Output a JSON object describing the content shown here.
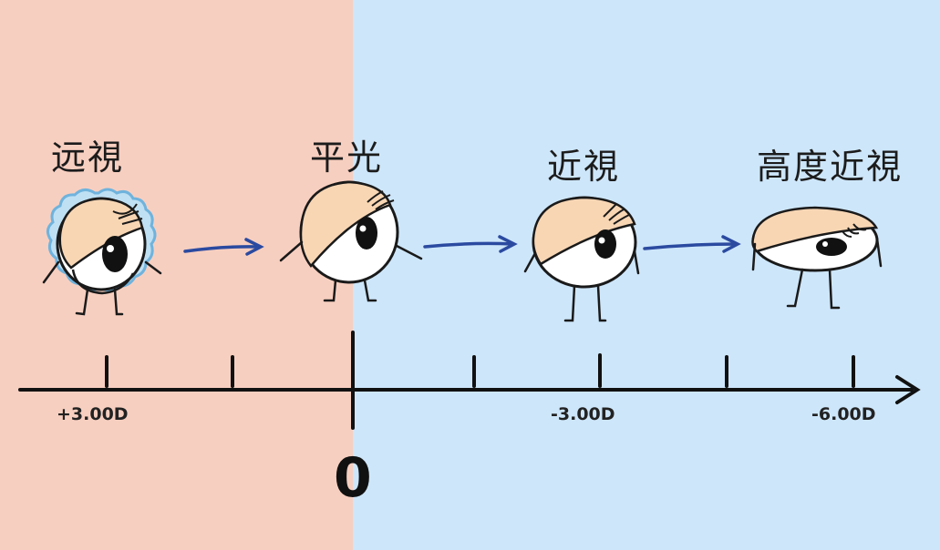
{
  "stages": [
    {
      "label": "远視"
    },
    {
      "label": "平光"
    },
    {
      "label": "近視"
    },
    {
      "label": "高度近視"
    }
  ],
  "axis": {
    "ticks": [
      "+3.00D",
      "-3.00D",
      "-6.00D"
    ],
    "zero": "0"
  },
  "colors": {
    "hyperopia_bg": "#f7cfc0",
    "myopia_bg": "#cde6fa",
    "arrow": "#2b4aa0",
    "eyelid": "#f8d6b4",
    "wavy_border": "#6fb3dd"
  },
  "icons": [
    "hyperopic-eye-icon",
    "emmetropic-eye-icon",
    "myopic-eye-icon",
    "high-myopic-eye-icon",
    "arrow-right-icon"
  ]
}
